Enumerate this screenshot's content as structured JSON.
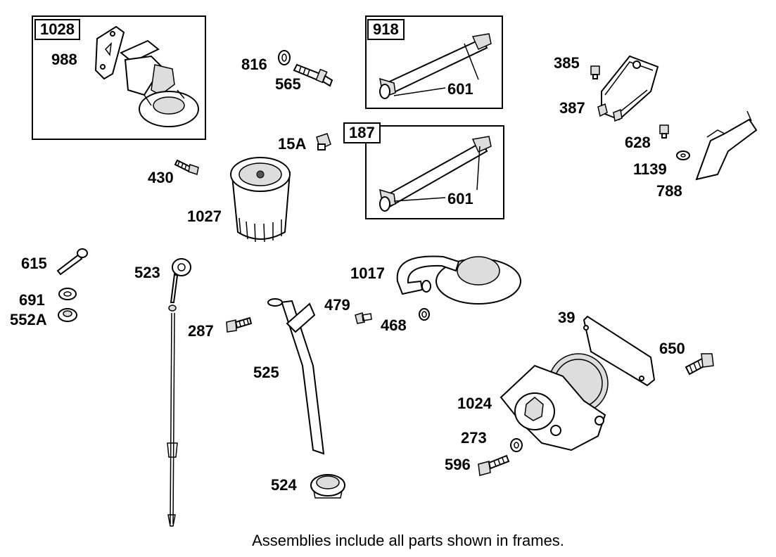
{
  "frames": [
    {
      "id": "1028"
    },
    {
      "id": "918"
    },
    {
      "id": "187"
    }
  ],
  "labels": {
    "p988": "988",
    "p816": "816",
    "p565": "565",
    "p601a": "601",
    "p601b": "601",
    "p385": "385",
    "p387": "387",
    "p628": "628",
    "p1139": "1139",
    "p788": "788",
    "p15A": "15A",
    "p430": "430",
    "p1027": "1027",
    "p615": "615",
    "p691": "691",
    "p552A": "552A",
    "p523": "523",
    "p287": "287",
    "p525": "525",
    "p479": "479",
    "p468": "468",
    "p1017": "1017",
    "p524": "524",
    "p39": "39",
    "p650": "650",
    "p1024": "1024",
    "p273": "273",
    "p596": "596"
  },
  "caption": "Assemblies include all parts shown in frames."
}
